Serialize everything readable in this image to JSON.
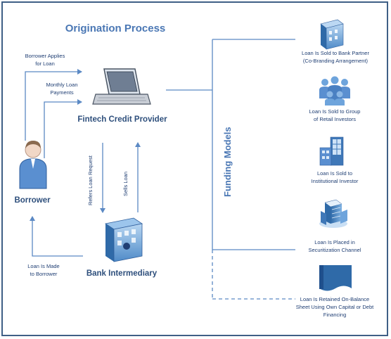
{
  "title": "Origination Process",
  "nodes": {
    "fintech": "Fintech Credit Provider",
    "borrower": "Borrower",
    "bank": "Bank Intermediary"
  },
  "labels": {
    "borrower_applies": [
      "Borrower Applies",
      "for Loan"
    ],
    "monthly_payments": [
      "Monthly Loan",
      "Payments"
    ],
    "refers": "Refers Loan Request",
    "sells": "Sells Loan",
    "loan_made": [
      "Loan Is Made",
      "to Borrower"
    ]
  },
  "funding_title": "Funding Models",
  "funding": [
    {
      "icon": "building-icon",
      "lines": [
        "Loan Is Sold to Bank Partner",
        "(Co-Branding Arrangement)"
      ]
    },
    {
      "icon": "group-icon",
      "lines": [
        "Loan Is Sold to Group",
        "of Retail Investors"
      ]
    },
    {
      "icon": "office-icon",
      "lines": [
        "Loan Is Sold to",
        "Institutional Investor"
      ]
    },
    {
      "icon": "skyscraper-icon",
      "lines": [
        "Loan Is Placed in",
        "Securitization Channel"
      ]
    },
    {
      "icon": "document-icon",
      "lines": [
        "Loan Is Retained On-Balance",
        "Sheet Using Own Capital or Debt",
        "Financing"
      ]
    }
  ],
  "colors": {
    "accent": "#4a77b4",
    "line": "#5b89c4",
    "frame": "#3f5f86"
  }
}
